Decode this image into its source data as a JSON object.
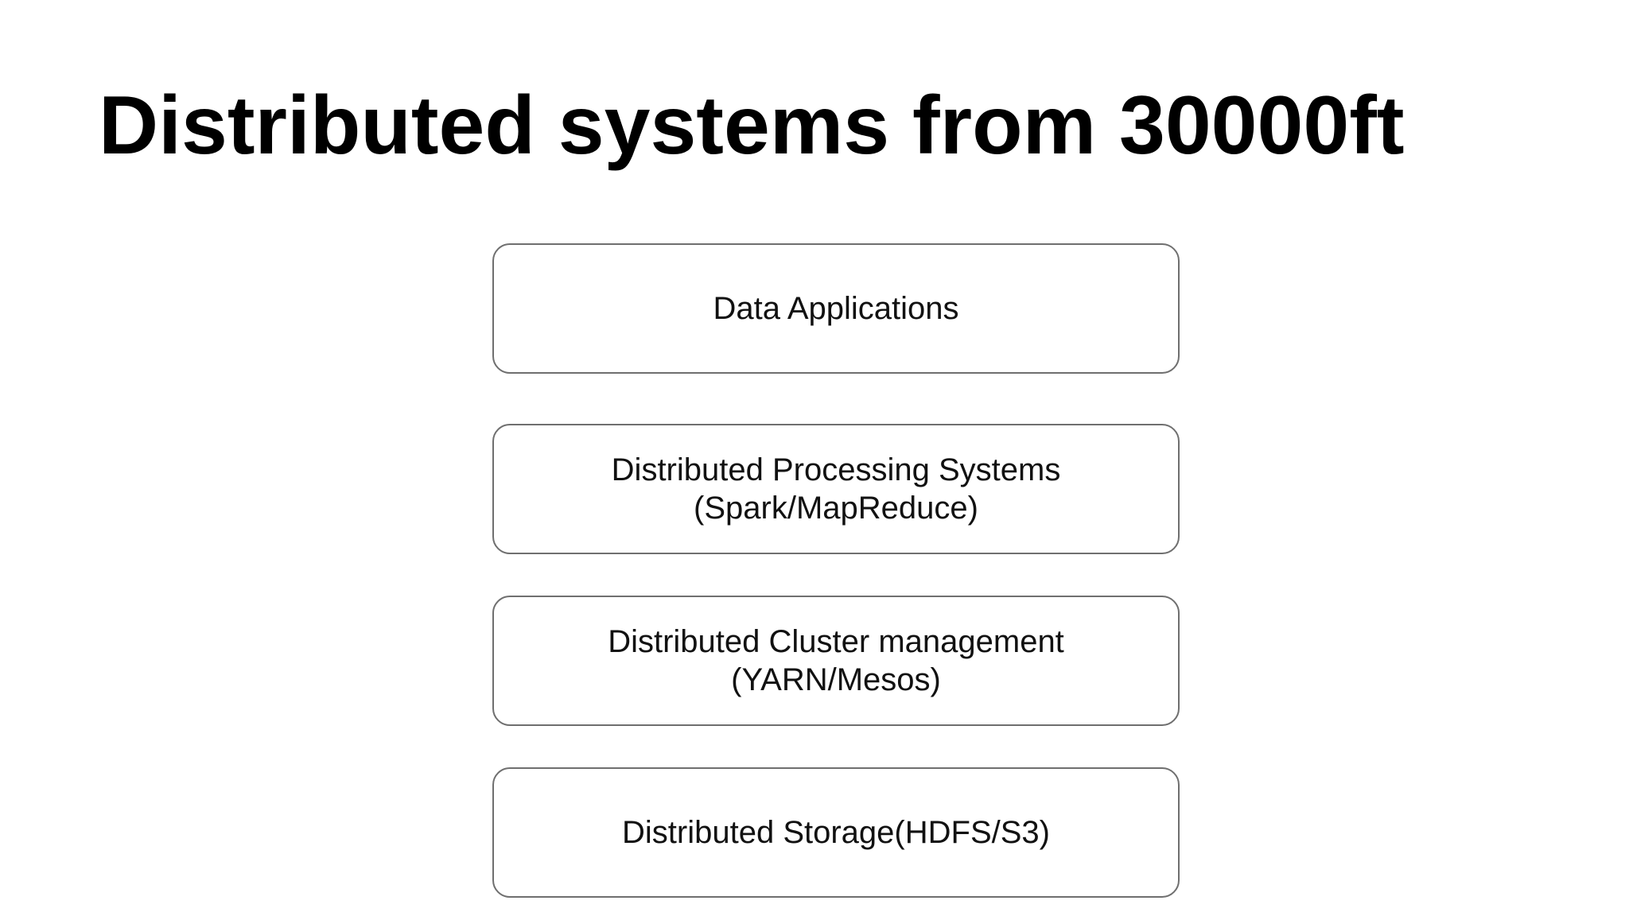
{
  "slide": {
    "title": "Distributed systems from 30000ft"
  },
  "layers": [
    {
      "label": "Data Applications"
    },
    {
      "label": "Distributed Processing Systems\n(Spark/MapReduce)"
    },
    {
      "label": "Distributed Cluster management\n(YARN/Mesos)"
    },
    {
      "label": "Distributed Storage(HDFS/S3)"
    }
  ],
  "colors": {
    "background": "#ffffff",
    "text": "#000000",
    "box_border": "#6f6f6f"
  }
}
